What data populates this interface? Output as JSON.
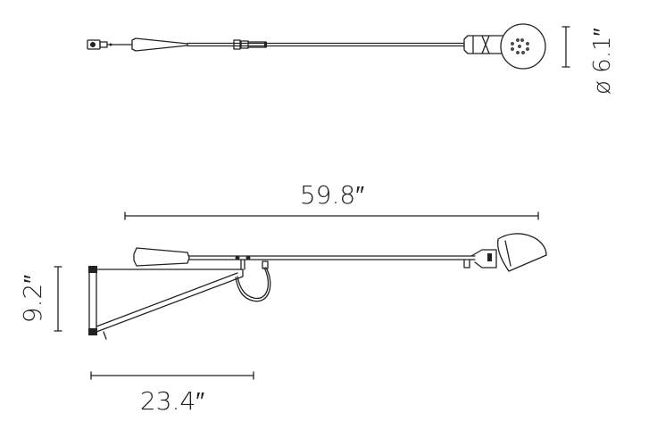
{
  "dimensions": {
    "diameter": "ø 6.1″",
    "length": "59.8″",
    "height": "9.2″",
    "depth": "23.4″"
  },
  "colors": {
    "line": "#222222",
    "background": "#ffffff"
  }
}
